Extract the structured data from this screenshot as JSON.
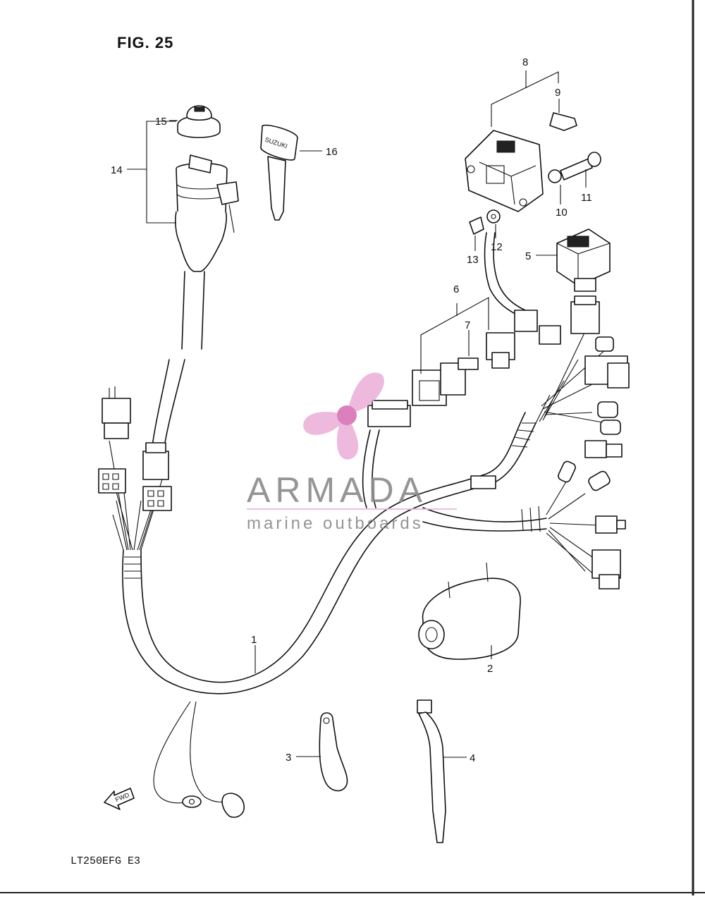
{
  "figure": {
    "title": "FIG. 25",
    "model_code": "LT250EFG  E3",
    "fwd_label": "FWD"
  },
  "watermark": {
    "brand": "ARMADA",
    "tagline": "marine outboards",
    "colors": {
      "propeller": "#e8a6d2",
      "text": "#8a8a8a",
      "accent_line": "#e7b9db"
    }
  },
  "callouts": [
    "1",
    "2",
    "3",
    "4",
    "5",
    "6",
    "7",
    "8",
    "9",
    "10",
    "11",
    "12",
    "13",
    "14",
    "15",
    "16"
  ],
  "key_stamp": "SUZUKI"
}
